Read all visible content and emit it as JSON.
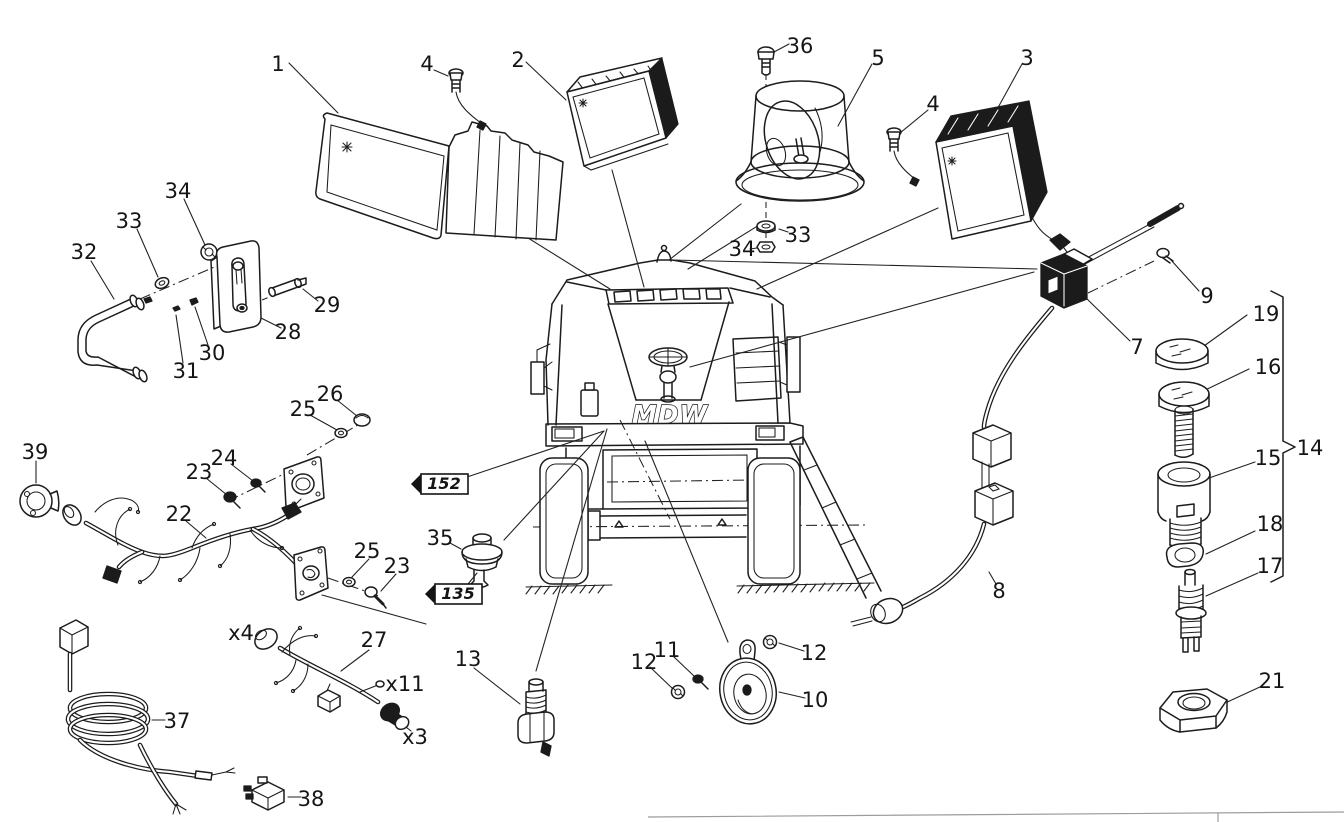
{
  "document": {
    "type": "exploded-parts-diagram",
    "subject": "Combine harvester electrical equipment: work lights, rotating beacon, horn, antenna, wiring harnesses and switches",
    "brand_logo": "MDW"
  },
  "logo": {
    "text": "MDW"
  },
  "ref_boxes": [
    {
      "text": "152"
    },
    {
      "text": "135"
    }
  ],
  "callouts": [
    {
      "text": "1"
    },
    {
      "text": "4"
    },
    {
      "text": "2"
    },
    {
      "text": "36"
    },
    {
      "text": "5"
    },
    {
      "text": "4"
    },
    {
      "text": "3"
    },
    {
      "text": "33"
    },
    {
      "text": "34"
    },
    {
      "text": "9"
    },
    {
      "text": "7"
    },
    {
      "text": "19"
    },
    {
      "text": "16"
    },
    {
      "text": "14"
    },
    {
      "text": "15"
    },
    {
      "text": "18"
    },
    {
      "text": "17"
    },
    {
      "text": "21"
    },
    {
      "text": "32"
    },
    {
      "text": "33"
    },
    {
      "text": "34"
    },
    {
      "text": "29"
    },
    {
      "text": "28"
    },
    {
      "text": "30"
    },
    {
      "text": "31"
    },
    {
      "text": "26"
    },
    {
      "text": "25"
    },
    {
      "text": "24"
    },
    {
      "text": "23"
    },
    {
      "text": "22"
    },
    {
      "text": "39"
    },
    {
      "text": "25"
    },
    {
      "text": "23"
    },
    {
      "text": "35"
    },
    {
      "text": "37"
    },
    {
      "text": "x4"
    },
    {
      "text": "27"
    },
    {
      "text": "x11"
    },
    {
      "text": "x3"
    },
    {
      "text": "38"
    },
    {
      "text": "13"
    },
    {
      "text": "12"
    },
    {
      "text": "11"
    },
    {
      "text": "12"
    },
    {
      "text": "10"
    },
    {
      "text": "8"
    }
  ]
}
